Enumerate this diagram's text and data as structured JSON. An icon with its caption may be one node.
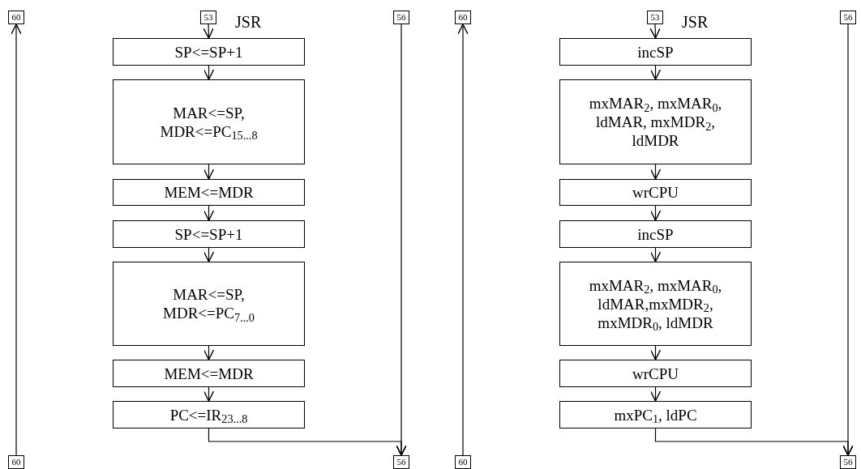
{
  "diagram": {
    "nodes": [
      {
        "text": [
          "60"
        ]
      },
      {
        "text": [
          "53"
        ],
        "beside": [
          "JSR"
        ]
      },
      {
        "text": [
          "56"
        ]
      },
      {
        "text": [
          "SP<=SP+1"
        ]
      },
      {
        "text": [
          "MAR<=SP, MDR<=PC$_{15...8}$"
        ]
      },
      {
        "text": [
          "MEM<=MDR"
        ]
      },
      {
        "text": [
          "SP<=SP+1"
        ]
      },
      {
        "text": [
          "MAR<=SP, MDR<=PC$_{7...0}$"
        ]
      },
      {
        "text": [
          "MEM<=MDR"
        ]
      },
      {
        "text": [
          "PC<=IR$_{23...8}$"
        ]
      },
      {
        "text": [
          "60"
        ]
      },
      {
        "text": [
          "56"
        ]
      },
      {
        "text": [
          "60"
        ]
      },
      {
        "text": [
          "53"
        ],
        "beside": [
          "JSR"
        ]
      },
      {
        "text": [
          "56"
        ]
      },
      {
        "text": [
          "incSP"
        ]
      },
      {
        "text": [
          "mxMAR$_{2}$, mxMAR$_{0}$, ldMAR, mxMDR$_{2}$, ldMDR"
        ]
      },
      {
        "text": [
          "wrCPU"
        ]
      },
      {
        "text": [
          "incSP"
        ]
      },
      {
        "text": [
          "mxMAR$_{2}$, mxMAR$_{0}$, ldMAR,mxMDR$_{2}$, mxMDR$_{0}$, ldMDR"
        ]
      },
      {
        "text": [
          "wrCPU"
        ]
      },
      {
        "text": [
          "mxPC$_{1}$, ldPC"
        ]
      },
      {
        "text": [
          "60"
        ]
      },
      {
        "text": [
          "56"
        ]
      }
    ],
    "edges": [
      {
        "from": 1,
        "to": 3,
        "arrow": "to"
      },
      {
        "from": 3,
        "to": 4,
        "arrow": "to"
      },
      {
        "from": 4,
        "to": 5,
        "arrow": "to"
      },
      {
        "from": 5,
        "to": 6,
        "arrow": "to"
      },
      {
        "from": 6,
        "to": 7,
        "arrow": "to"
      },
      {
        "from": 7,
        "to": 8,
        "arrow": "to"
      },
      {
        "from": 8,
        "to": 9,
        "arrow": "to"
      },
      {
        "from": 9,
        "to": 11,
        "arrow": "to"
      },
      {
        "from": 2,
        "to": 11,
        "arrow": "to"
      },
      {
        "from": 10,
        "to": 0,
        "arrow": "to"
      },
      {
        "from": 13,
        "to": 15,
        "arrow": "to"
      },
      {
        "from": 15,
        "to": 16,
        "arrow": "to"
      },
      {
        "from": 16,
        "to": 17,
        "arrow": "to"
      },
      {
        "from": 17,
        "to": 18,
        "arrow": "to"
      },
      {
        "from": 18,
        "to": 19,
        "arrow": "to"
      },
      {
        "from": 19,
        "to": 20,
        "arrow": "to"
      },
      {
        "from": 20,
        "to": 21,
        "arrow": "to"
      },
      {
        "from": 21,
        "to": 23,
        "arrow": "to"
      },
      {
        "from": 14,
        "to": 23,
        "arrow": "to"
      },
      {
        "from": 22,
        "to": 12,
        "arrow": "to"
      }
    ]
  }
}
